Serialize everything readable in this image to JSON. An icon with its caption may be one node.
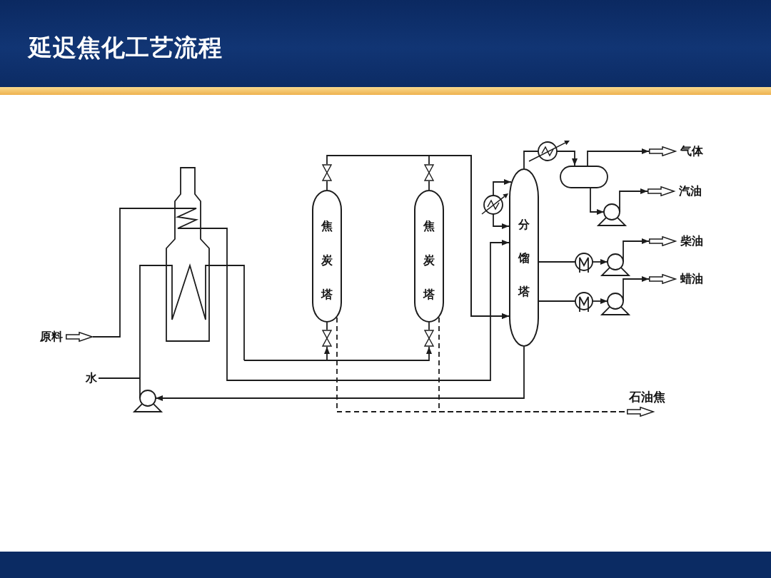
{
  "diagram": {
    "title": "延迟焦化工艺流程",
    "nodes": [
      {
        "text": [
          "原料"
        ]
      },
      {
        "text": [],
        "shape": "furnace"
      },
      {
        "text": [
          "水"
        ]
      },
      {
        "text": [],
        "shape": "pump"
      },
      {
        "text": [],
        "shape": "valve"
      },
      {
        "text": [
          "焦炭塔"
        ]
      },
      {
        "text": [],
        "shape": "valve"
      },
      {
        "text": [],
        "shape": "valve"
      },
      {
        "text": [
          "焦炭塔"
        ]
      },
      {
        "text": [],
        "shape": "valve"
      },
      {
        "text": [],
        "shape": "exchanger"
      },
      {
        "text": [
          "分馏塔"
        ]
      },
      {
        "text": [],
        "shape": "exchanger"
      },
      {
        "text": [],
        "shape": "drum"
      },
      {
        "text": [],
        "shape": "pump"
      },
      {
        "text": [],
        "shape": "cooler"
      },
      {
        "text": [],
        "shape": "pump"
      },
      {
        "text": [],
        "shape": "cooler"
      },
      {
        "text": [],
        "shape": "pump"
      },
      {
        "text": [
          "气体"
        ]
      },
      {
        "text": [
          "汽油"
        ]
      },
      {
        "text": [
          "柴油"
        ]
      },
      {
        "text": [
          "蜡油"
        ]
      },
      {
        "text": [
          "石油焦"
        ]
      }
    ],
    "edges": [
      {
        "from": 0,
        "to": 1,
        "arrow": "none"
      },
      {
        "from": 1,
        "to": 11,
        "arrow": "to"
      },
      {
        "from": 11,
        "to": 3,
        "arrow": "to"
      },
      {
        "from": 3,
        "to": 1,
        "arrow": "none"
      },
      {
        "from": 2,
        "to": null,
        "arrow": "none"
      },
      {
        "from": 1,
        "to": 6,
        "arrow": "to"
      },
      {
        "from": 1,
        "to": 9,
        "arrow": "to"
      },
      {
        "from": 6,
        "to": 5,
        "arrow": "none"
      },
      {
        "from": 9,
        "to": 8,
        "arrow": "none"
      },
      {
        "from": 5,
        "to": 4,
        "arrow": "none"
      },
      {
        "from": 8,
        "to": 7,
        "arrow": "none"
      },
      {
        "from": 4,
        "to": 11,
        "arrow": "to"
      },
      {
        "from": 7,
        "to": 11,
        "arrow": "to"
      },
      {
        "from": 5,
        "to": 23,
        "arrow": "none",
        "style": "dashed"
      },
      {
        "from": 8,
        "to": 23,
        "arrow": "none",
        "style": "dashed"
      },
      {
        "from": 10,
        "to": 11,
        "arrow": "to"
      },
      {
        "from": 10,
        "to": 11,
        "arrow": "to"
      },
      {
        "from": 11,
        "to": 12,
        "arrow": "none"
      },
      {
        "from": 12,
        "to": 13,
        "arrow": "to"
      },
      {
        "from": 13,
        "to": 19,
        "arrow": "to"
      },
      {
        "from": 13,
        "to": 14,
        "arrow": "to"
      },
      {
        "from": 14,
        "to": 20,
        "arrow": "to"
      },
      {
        "from": 11,
        "to": 15,
        "arrow": "none"
      },
      {
        "from": 15,
        "to": 16,
        "arrow": "to"
      },
      {
        "from": 16,
        "to": 21,
        "arrow": "to"
      },
      {
        "from": 11,
        "to": 17,
        "arrow": "none"
      },
      {
        "from": 17,
        "to": 18,
        "arrow": "to"
      },
      {
        "from": 18,
        "to": 22,
        "arrow": "to"
      }
    ]
  }
}
